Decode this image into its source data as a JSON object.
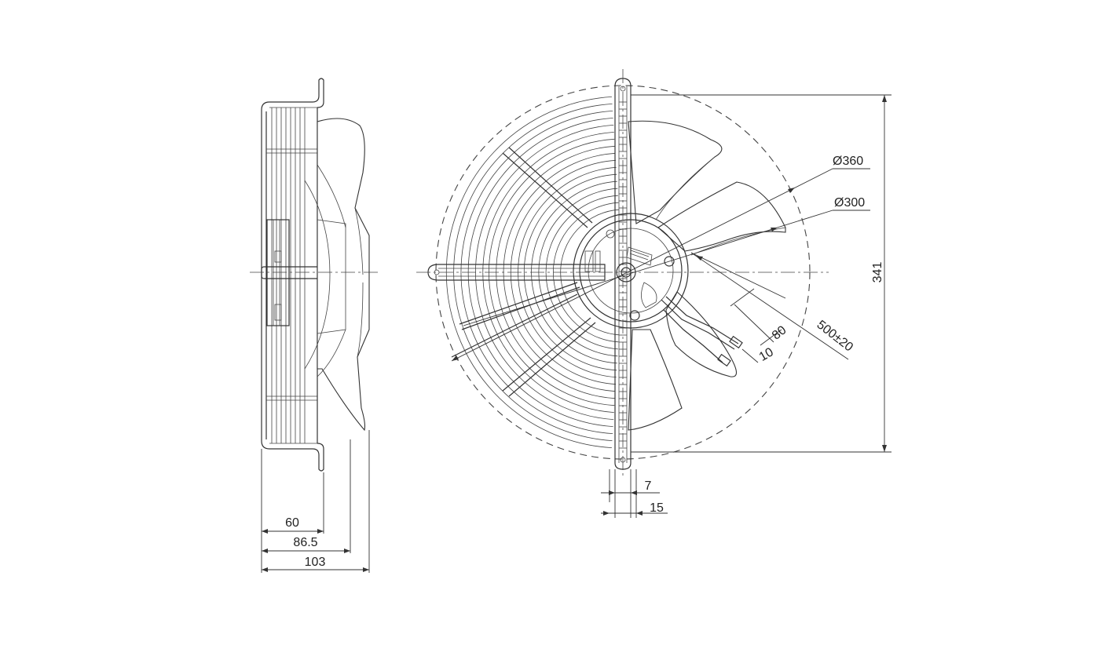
{
  "drawing": {
    "colors": {
      "line": "#333333",
      "background": "#ffffff"
    },
    "side_view": {
      "dimensions": {
        "depth_60": "60",
        "depth_86_5": "86.5",
        "depth_103": "103"
      }
    },
    "front_view": {
      "dimensions": {
        "diameter_outer": "Ø360",
        "diameter_inner": "Ø300",
        "height": "341",
        "cable_length": "500±20",
        "cable_80": "80",
        "cable_10": "10",
        "bracket_7": "7",
        "bracket_15": "15"
      }
    }
  }
}
